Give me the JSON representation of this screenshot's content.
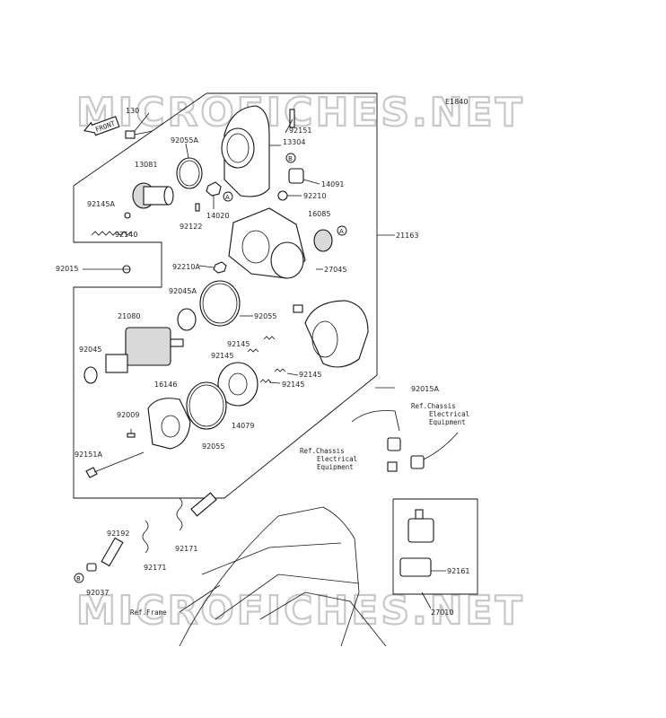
{
  "watermark": {
    "top": "MICROFICHES.NET",
    "bottom": "MICROFICHES.NET"
  },
  "diagram_code": "E1840",
  "front_label": "FRONT",
  "callouts": {
    "a": "A",
    "b": "B"
  },
  "parts": {
    "p130": "130",
    "p92151": "92151",
    "p13304": "13304",
    "p92055a": "92055A",
    "p13081": "13081",
    "p14091": "14091",
    "p92210_top": "92210",
    "p92145a": "92145A",
    "p14020": "14020",
    "p92122": "92122",
    "p16085": "16085",
    "p92140": "92140",
    "p21163": "21163",
    "p92015": "92015",
    "p92210a": "92210A",
    "p27045": "27045",
    "p92045a": "92045A",
    "p21080": "21080",
    "p92055_mid": "92055",
    "p92045": "92045",
    "p92145_1": "92145",
    "p92145_2": "92145",
    "p92145_3": "92145",
    "p92145_4": "92145",
    "p16146": "16146",
    "p92009": "92009",
    "p14079": "14079",
    "p92055_bot": "92055",
    "p92151a": "92151A",
    "p92015a": "92015A",
    "p92192": "92192",
    "p92171_1": "92171",
    "p92171_2": "92171",
    "p92161": "92161",
    "p92037": "92037",
    "p27010": "27010"
  },
  "refs": {
    "chassis1": [
      "Ref.Chassis",
      "Electrical",
      "Equipment"
    ],
    "chassis2": [
      "Ref.Chassis",
      "Electrical",
      "Equipment"
    ],
    "frame": "Ref.Frame"
  }
}
